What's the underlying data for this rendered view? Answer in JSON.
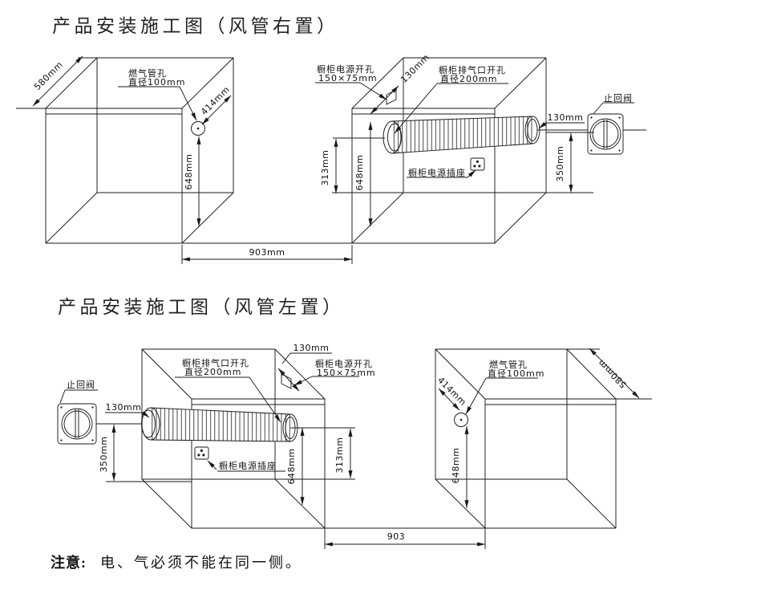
{
  "titles": {
    "top": "产品安装施工图（风管右置）",
    "bottom": "产品安装施工图（风管左置）"
  },
  "note": {
    "prefix": "注意:",
    "body": "电、气必须不能在同一侧。"
  },
  "top_diagram": {
    "depth_dim": "580mm",
    "gas_hole_line1": "燃气管孔",
    "gas_hole_line2": "直径100mm",
    "gas_offset_dim": "414mm",
    "gas_height_dim": "648mm",
    "span_dim": "903mm",
    "power_cutout_line1": "橱柜电源开孔",
    "power_cutout_line2": "150×75mm",
    "cutout_offset_dim": "130mm",
    "vent_line1": "橱柜排气口开孔",
    "vent_line2": "直径200mm",
    "duct_height_dim": "648mm",
    "duct_rear_dim": "313mm",
    "duct_gap_dim": "130mm",
    "valve_label": "止回阀",
    "valve_height_dim": "350mm",
    "socket_label": "橱柜电源插座"
  },
  "bottom_diagram": {
    "depth_dim": "580mm",
    "gas_hole_line1": "燃气管孔",
    "gas_hole_line2": "直径100mm",
    "gas_offset_dim": "414mm",
    "gas_height_dim": "648mm",
    "span_dim": "903",
    "power_cutout_line1": "橱柜电源开孔",
    "power_cutout_line2": "150×75mm",
    "cutout_offset_dim": "130mm",
    "vent_line1": "橱柜排气口开孔",
    "vent_line2": "直径200mm",
    "duct_height_dim": "648mm",
    "duct_rear_dim": "313mm",
    "duct_gap_dim": "130mm",
    "valve_label": "止回阀",
    "valve_height_dim": "350mm",
    "socket_label": "橱柜电源插座"
  },
  "colors": {
    "line": "#1a1a1a",
    "background": "#ffffff"
  }
}
